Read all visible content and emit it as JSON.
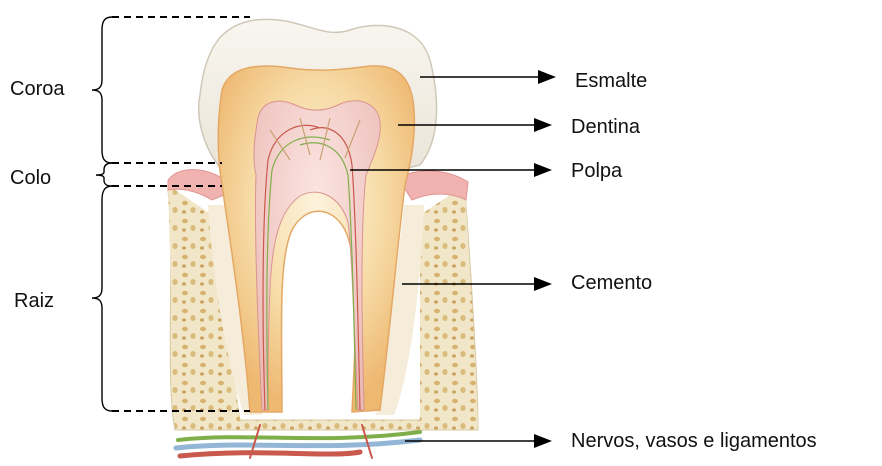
{
  "left_labels": {
    "crown": "Coroa",
    "neck": "Colo",
    "root": "Raiz"
  },
  "right_labels": {
    "enamel": "Esmalte",
    "dentin": "Dentina",
    "pulp": "Polpa",
    "cementum": "Cemento",
    "nerves": "Nervos, vasos e ligamentos"
  },
  "colors": {
    "enamel": "#f3efe6",
    "dentin": "#f2c88e",
    "pulp": "#f3d3cf",
    "gum": "#f0b9b6",
    "bone": "#efe3c4",
    "bone_spots": "#d9b877",
    "vessel_red": "#c9584d",
    "vessel_blue": "#93b5d6",
    "nerve_green": "#7fae4b"
  }
}
